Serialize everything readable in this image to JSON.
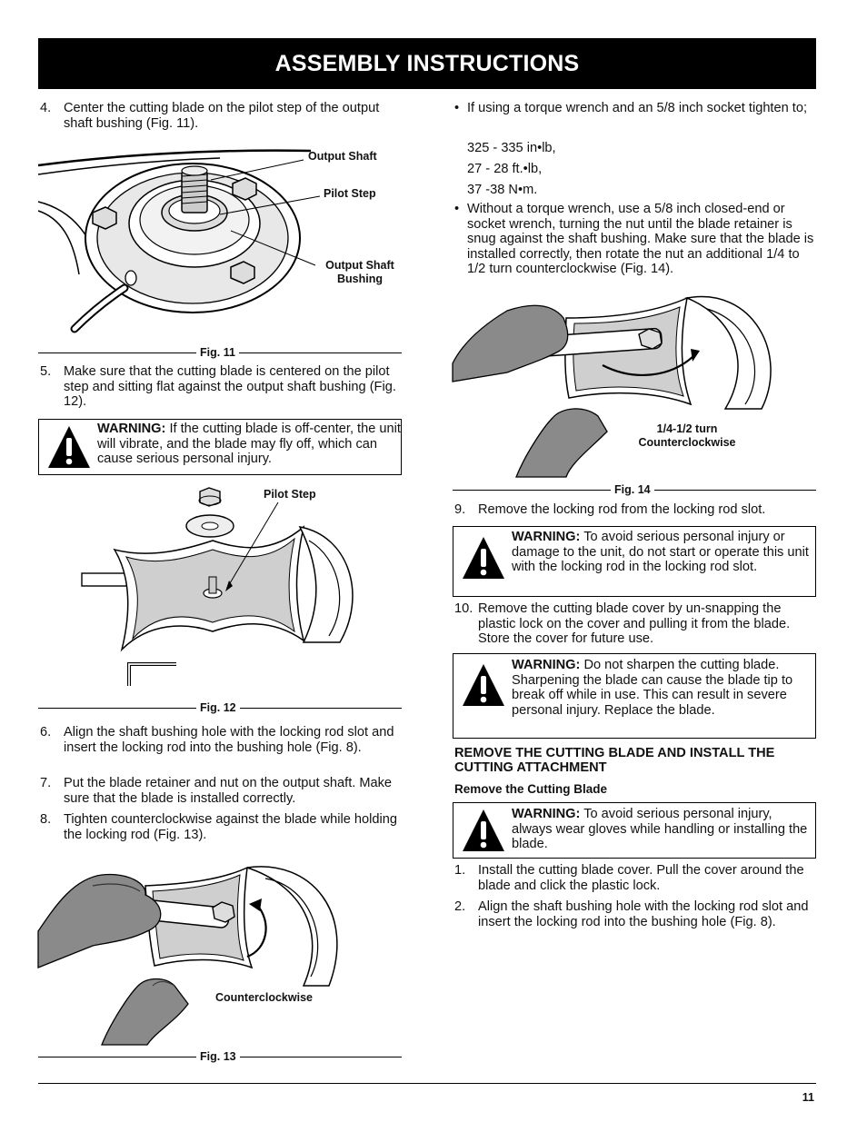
{
  "header": {
    "title": "ASSEMBLY INSTRUCTIONS"
  },
  "left": {
    "step4": {
      "num": "4.",
      "text": "Center the cutting blade on the pilot step of the output shaft bushing (Fig. 11)."
    },
    "fig11": {
      "caption": "Fig. 11",
      "label_output_shaft": "Output Shaft",
      "label_pilot_step": "Pilot Step",
      "label_bushing_line1": "Output Shaft",
      "label_bushing_line2": "Bushing"
    },
    "step5": {
      "num": "5.",
      "text": "Make sure that the cutting blade is centered on the pilot step and sitting flat against the output shaft bushing (Fig. 12)."
    },
    "warning1": {
      "label": "WARNING:",
      "text": " If the cutting blade is off-center, the unit will vibrate, and the blade may fly off, which can cause serious personal injury."
    },
    "fig12": {
      "caption": "Fig. 12",
      "label_pilot_step": "Pilot Step"
    },
    "step6": {
      "num": "6.",
      "text": "Align the shaft bushing hole with the locking rod slot and insert the locking rod into the bushing hole (Fig. 8)."
    },
    "step7": {
      "num": "7.",
      "text": "Put the blade retainer and nut on the output shaft. Make sure that the blade is installed correctly."
    },
    "step8": {
      "num": "8.",
      "text": "Tighten counterclockwise against the blade while holding the locking rod (Fig. 13)."
    },
    "fig13": {
      "caption": "Fig. 13",
      "label": "Counterclockwise"
    }
  },
  "right": {
    "bullet1": {
      "text": "If using a torque wrench and an 5/8 inch socket tighten to;"
    },
    "torque": [
      "325 - 335 in•lb,",
      "27 - 28 ft.•lb,",
      "37 -38 N•m."
    ],
    "bullet2": {
      "text": "Without a torque wrench, use a 5/8 inch closed-end or socket wrench, turning the nut until the blade retainer is snug against the shaft bushing. Make sure that the blade is installed correctly, then rotate the nut an additional 1/4 to 1/2 turn counterclockwise (Fig. 14)."
    },
    "fig14": {
      "caption": "Fig. 14",
      "label_line1": "1/4-1/2 turn",
      "label_line2": "Counterclockwise"
    },
    "step9": {
      "num": "9.",
      "text": "Remove the locking rod from the locking rod slot."
    },
    "warning2": {
      "label": "WARNING:",
      "text": " To avoid serious personal injury or damage to the unit, do not start or operate this unit with the locking rod in the locking rod slot."
    },
    "step10": {
      "num": "10.",
      "text": "Remove the cutting blade cover by un-snapping the plastic lock on the cover and pulling it from the blade. Store the cover  for future use."
    },
    "warning3": {
      "label": "WARNING:",
      "text": " Do not sharpen the cutting blade. Sharpening the blade can cause the blade tip to break off while in use. This can result in severe personal injury. Replace the blade."
    },
    "section_title": "REMOVE THE CUTTING BLADE AND INSTALL THE CUTTING ATTACHMENT",
    "subsection_title": "Remove the Cutting Blade",
    "warning4": {
      "label": "WARNING:",
      "text": " To avoid serious personal injury, always wear gloves while handling or installing the blade."
    },
    "rstep1": {
      "num": "1.",
      "text": "Install the cutting blade cover. Pull the cover around the blade and click the plastic lock."
    },
    "rstep2": {
      "num": "2.",
      "text": "Align the shaft bushing hole with the locking rod slot and insert the locking rod into the bushing hole (Fig. 8)."
    }
  },
  "footer": {
    "page_number": "11"
  }
}
